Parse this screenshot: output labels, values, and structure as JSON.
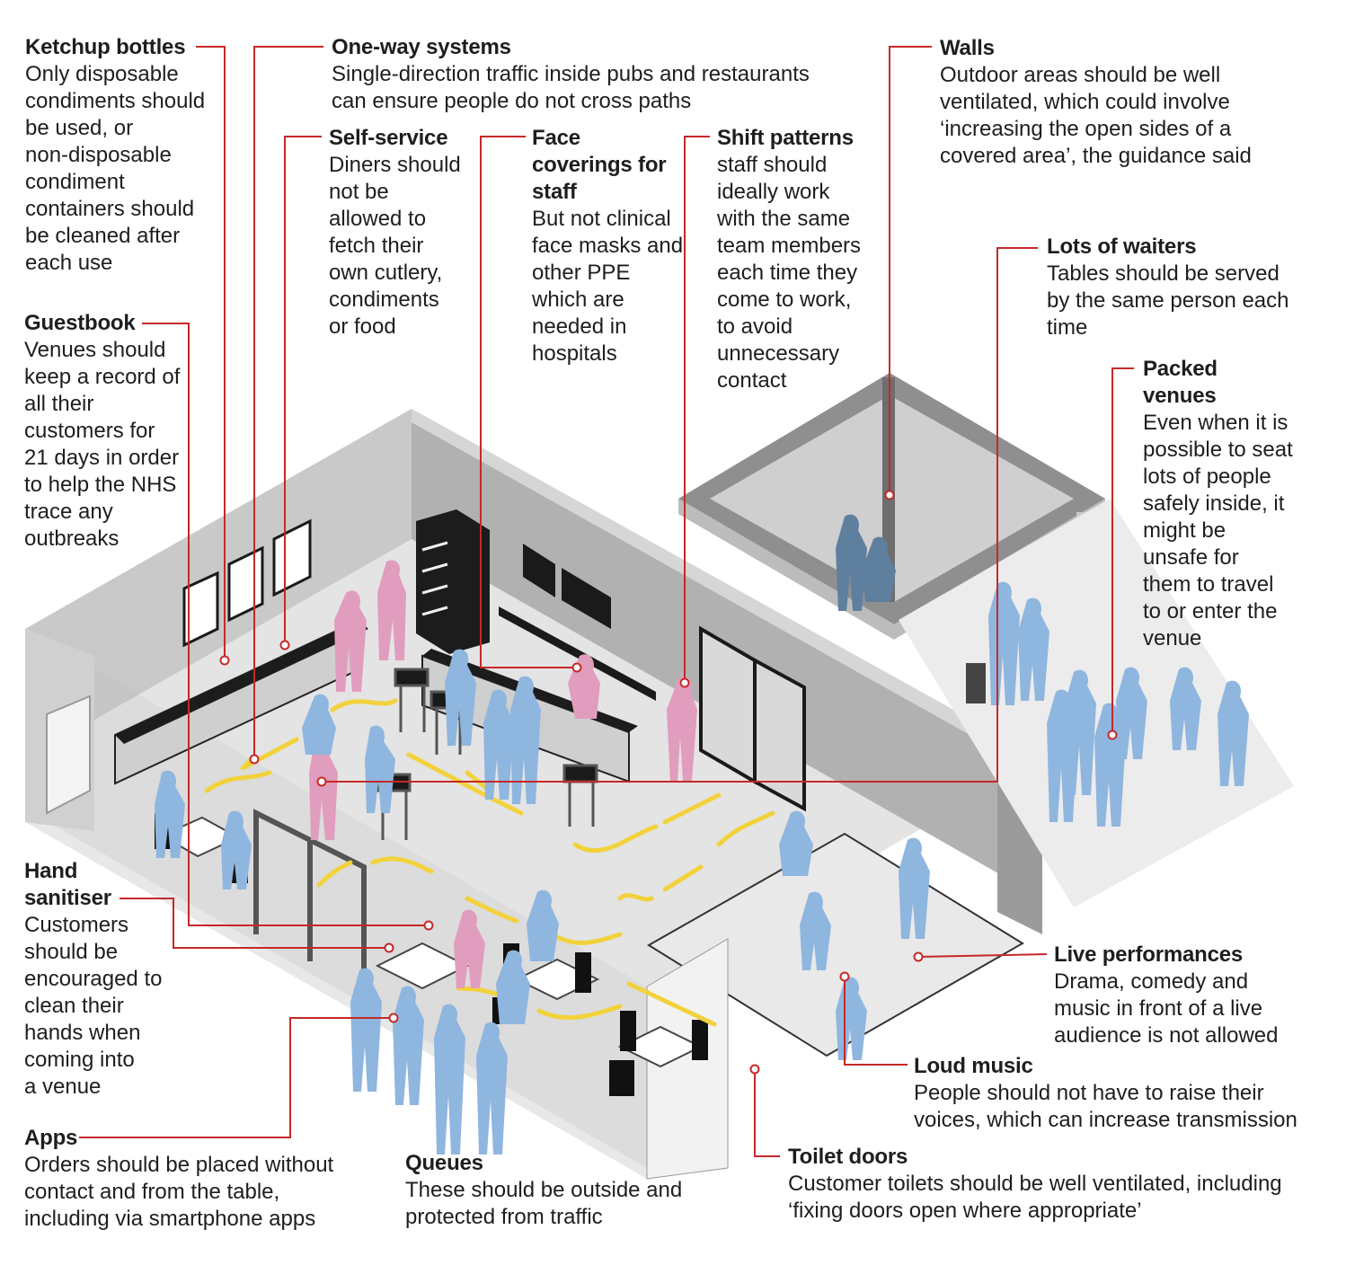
{
  "callouts": {
    "ketchup": {
      "title": "Ketchup bottles",
      "lines": [
        "Only disposable",
        "condiments should",
        "be used, or",
        "non-disposable",
        "condiment",
        "containers should",
        "be cleaned after",
        "each use"
      ]
    },
    "oneway": {
      "title": "One-way systems",
      "lines": [
        "Single-direction traffic inside pubs and restaurants",
        "can ensure people do not cross paths"
      ]
    },
    "selfservice": {
      "title": "Self-service",
      "lines": [
        "Diners should",
        "not be",
        "allowed to",
        "fetch their",
        "own cutlery,",
        "condiments",
        "or food"
      ]
    },
    "face": {
      "title_lines": [
        "Face",
        "coverings for",
        "staff"
      ],
      "lines": [
        "But not clinical",
        "face masks and",
        "other PPE",
        "which are",
        "needed in",
        "hospitals"
      ]
    },
    "shift": {
      "title": "Shift patterns",
      "lines": [
        "staff should",
        "ideally work",
        "with the same",
        "team members",
        "each time they",
        "come to work,",
        "to avoid",
        "unnecessary",
        "contact"
      ]
    },
    "walls": {
      "title": "Walls",
      "lines": [
        "Outdoor areas should be well",
        "ventilated, which could involve",
        "‘increasing the open sides of a",
        "covered area’, the guidance said"
      ]
    },
    "waiters": {
      "title": "Lots of waiters",
      "lines": [
        "Tables should be served",
        "by the same person each",
        "time"
      ]
    },
    "packed": {
      "title_lines": [
        "Packed",
        "venues"
      ],
      "lines": [
        "Even when it is",
        "possible to seat",
        "lots of people",
        "safely inside, it",
        "might be",
        "unsafe for",
        "them to travel",
        "to or enter the",
        "venue"
      ]
    },
    "guestbook": {
      "title": "Guestbook",
      "lines": [
        "Venues should",
        "keep a record of",
        "all their",
        "customers for",
        "21 days in order",
        "to help the NHS",
        "trace any",
        "outbreaks"
      ]
    },
    "hand": {
      "title_lines": [
        "Hand",
        "sanitiser"
      ],
      "lines": [
        "Customers",
        "should be",
        "encouraged to",
        "clean their",
        "hands when",
        "coming into",
        "a venue"
      ]
    },
    "live": {
      "title": "Live performances",
      "lines": [
        "Drama, comedy and",
        "music in front of a live",
        "audience is not allowed"
      ]
    },
    "loud": {
      "title": "Loud music",
      "lines": [
        "People should not have to raise their",
        "voices, which can increase transmission"
      ]
    },
    "toilet": {
      "title": "Toilet doors",
      "lines": [
        "Customer toilets should be well ventilated, including",
        "‘fixing doors open where appropriate’"
      ]
    },
    "apps": {
      "title": "Apps",
      "lines": [
        "Orders should be placed without",
        "contact and from the table,",
        "including via smartphone apps"
      ]
    },
    "queues": {
      "title": "Queues",
      "lines": [
        "These should be outside and",
        "protected from traffic"
      ]
    }
  },
  "colors": {
    "leader": "#c62828",
    "customer": "#8fb6df",
    "staff": "#e19dbd",
    "arrow": "#f2d23c",
    "wall": "#c8c8c8",
    "wall_dark": "#a5a5a5",
    "floor": "#e3e3e3",
    "text": "#1e1e1e"
  }
}
